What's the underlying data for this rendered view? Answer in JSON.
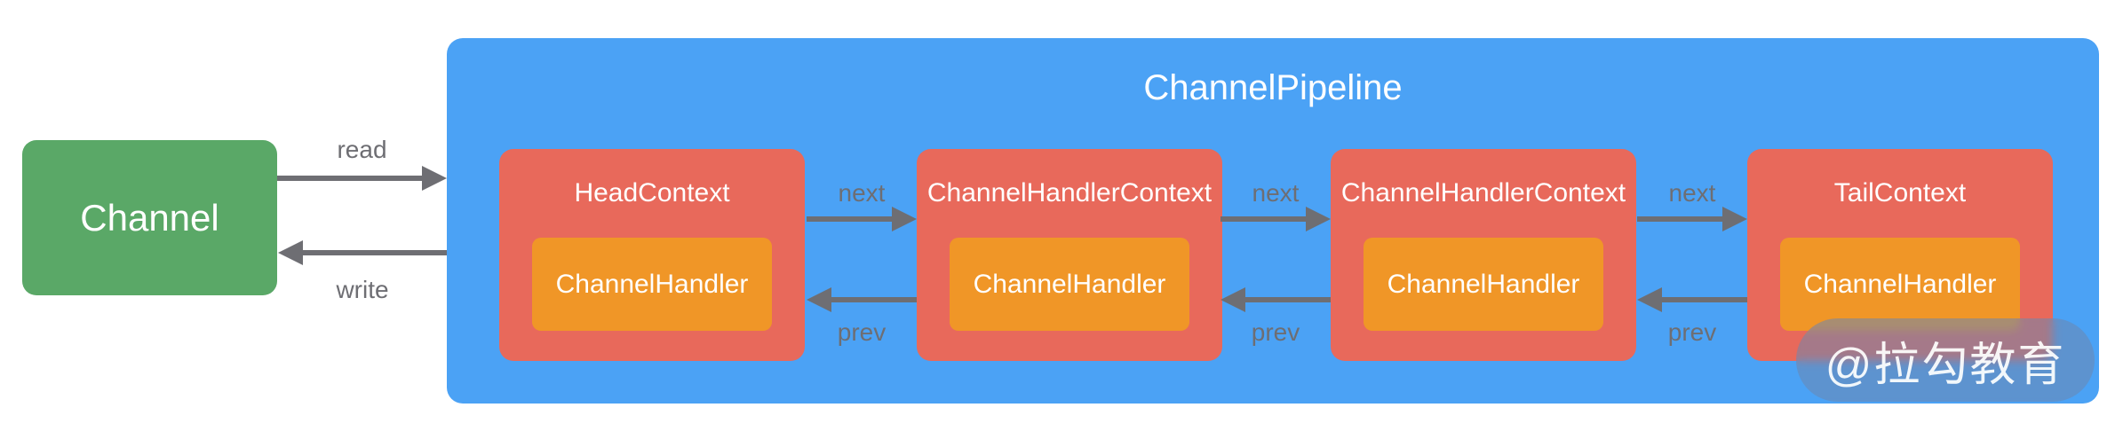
{
  "diagram": {
    "channel": {
      "label": "Channel"
    },
    "io_labels": {
      "read": "read",
      "write": "write"
    },
    "pipeline": {
      "title": "ChannelPipeline",
      "contexts": [
        {
          "label": "HeadContext",
          "handler": "ChannelHandler"
        },
        {
          "label": "ChannelHandlerContext",
          "handler": "ChannelHandler"
        },
        {
          "label": "ChannelHandlerContext",
          "handler": "ChannelHandler"
        },
        {
          "label": "TailContext",
          "handler": "ChannelHandler"
        }
      ],
      "link_labels": {
        "next": "next",
        "prev": "prev"
      }
    },
    "watermark": "@拉勾教育",
    "colors": {
      "channel_green": "#5AA867",
      "pipeline_blue": "#4BA2F5",
      "context_red": "#E8695B",
      "handler_orange": "#F09627",
      "arrow_gray": "#6E6E73",
      "label_gray": "#6E6E73",
      "text_white": "#FFFFFF"
    }
  }
}
